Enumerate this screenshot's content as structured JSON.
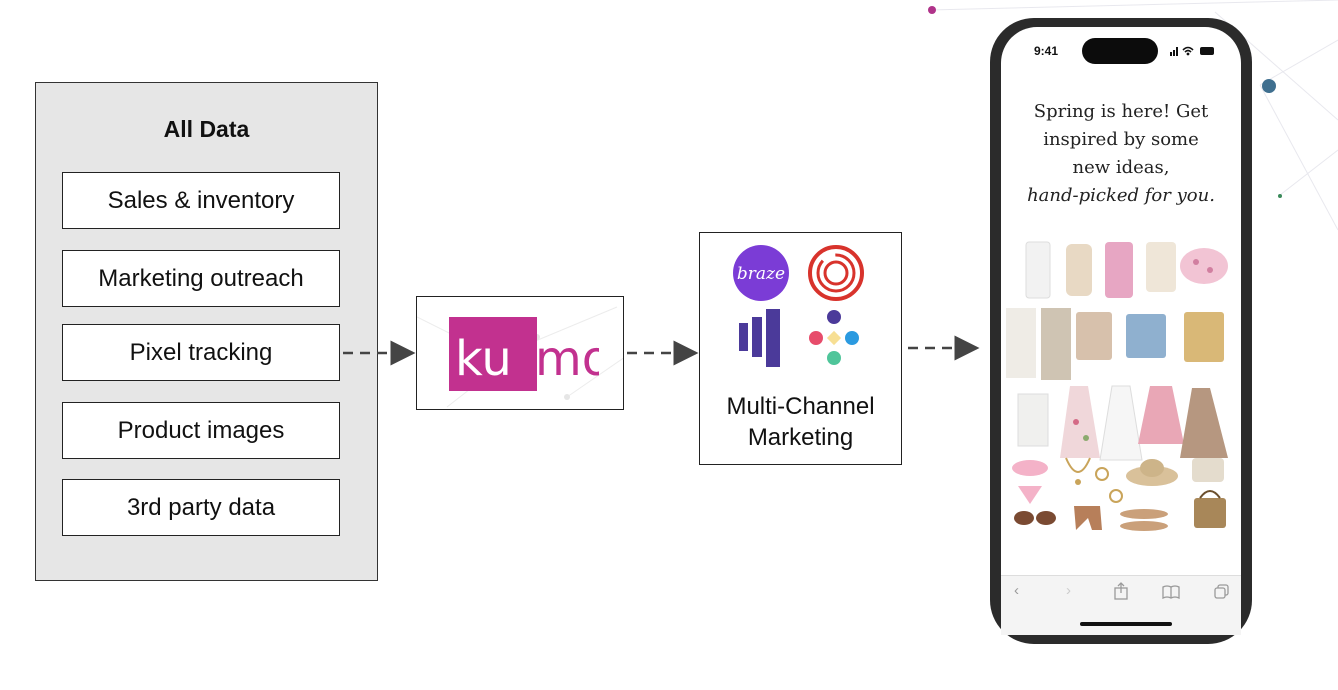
{
  "sources_panel": {
    "title": "All Data",
    "items": [
      "Sales & inventory",
      "Marketing outreach",
      "Pixel tracking",
      "Product images",
      "3rd party data"
    ]
  },
  "kumo": {
    "logo_text": "kumo",
    "brand_color": "#c2318f"
  },
  "mcm": {
    "label_line1": "Multi-Channel",
    "label_line2": "Marketing",
    "logos": [
      {
        "name": "braze-logo",
        "text": "braze",
        "color": "#7b3cd6"
      },
      {
        "name": "circle-target-logo",
        "color": "#d8332c"
      },
      {
        "name": "bars-logo",
        "color": "#4b3a9a"
      },
      {
        "name": "diamond-dots-logo",
        "colors": [
          "#4b3a9a",
          "#e74c6b",
          "#2b9ae0",
          "#4fc59a"
        ]
      }
    ]
  },
  "phone": {
    "time": "9:41",
    "promo_line1": "Spring is here! Get",
    "promo_line2": "inspired by some",
    "promo_line3": "new ideas,",
    "promo_line4": "hand-picked for you.",
    "toolbar_icons": [
      "back-icon",
      "forward-icon",
      "share-icon",
      "bookmarks-icon",
      "tabs-icon"
    ]
  },
  "colors": {
    "panel_bg": "#e6e6e6",
    "arrow": "#444444",
    "line": "#222222"
  }
}
